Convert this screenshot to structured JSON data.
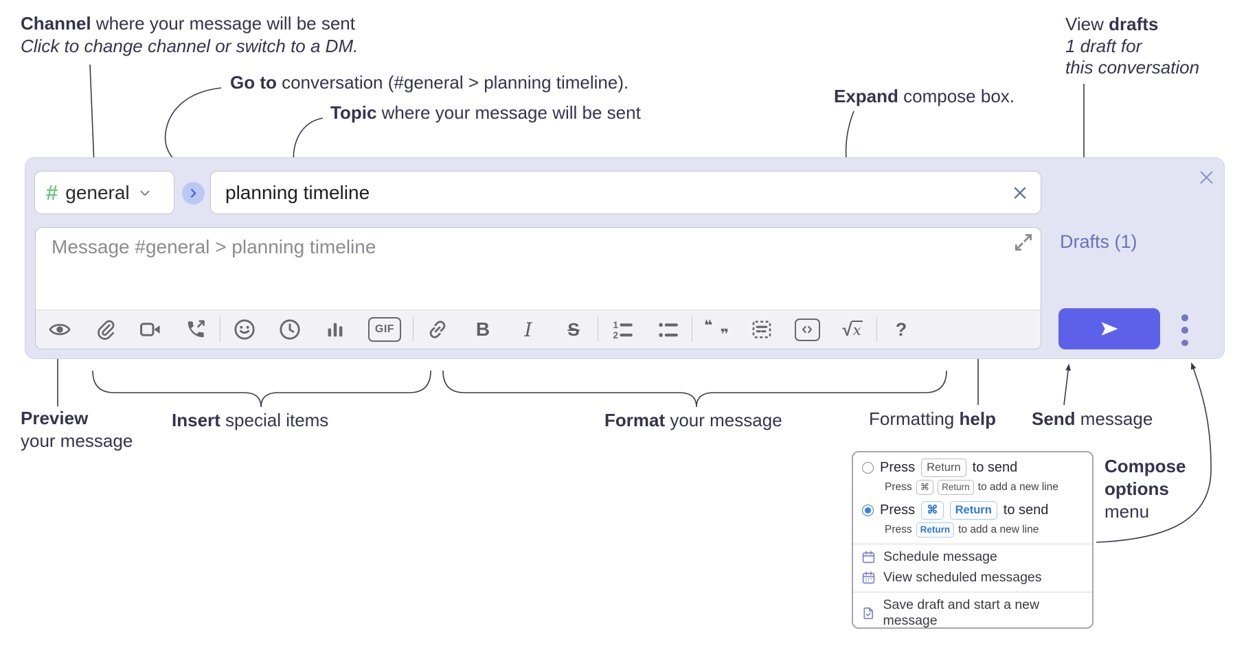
{
  "annotations": {
    "channel": {
      "bold": "Channel",
      "rest": " where your message will be sent",
      "line2": "Click to change channel or switch to a DM."
    },
    "goto": {
      "bold": "Go to",
      "rest": " conversation (#general > planning timeline)."
    },
    "topic": {
      "bold": "Topic",
      "rest": " where your message will be sent"
    },
    "expand": {
      "bold": "Expand",
      "rest": " compose box."
    },
    "view_drafts": {
      "pre": "View ",
      "bold": "drafts",
      "line2": "1 draft for",
      "line3": "this conversation"
    },
    "preview": {
      "bold": "Preview",
      "line2": "your message"
    },
    "insert": {
      "bold": "Insert",
      "rest": " special items"
    },
    "format": {
      "bold": "Format",
      "rest": " your message"
    },
    "help": {
      "pre": "Formatting ",
      "bold": "help"
    },
    "send": {
      "bold": "Send",
      "rest": " message"
    },
    "compose_options": {
      "line1": "Compose",
      "line2": "options",
      "line3": "menu"
    }
  },
  "compose": {
    "channel_selector": {
      "hash": "#",
      "name": "general"
    },
    "topic_input": {
      "value": "planning timeline"
    },
    "message_input": {
      "placeholder": "Message #general > planning timeline"
    },
    "drafts_link": "Drafts (1)",
    "toolbar": {
      "gif": "GIF",
      "bold": "B",
      "italic": "I",
      "strike": "S",
      "quote_open": "❝",
      "quote_close": "❞",
      "radical": "√",
      "math_x": "x",
      "help": "?",
      "num1": "1",
      "num2": "2",
      "icon_names": [
        "preview",
        "attach-file",
        "video-call",
        "voice-call",
        "emoji",
        "global-time",
        "poll",
        "gif",
        "link",
        "bold",
        "italic",
        "strikethrough",
        "numbered-list",
        "bulleted-list",
        "quote",
        "spoiler",
        "code",
        "math",
        "formatting-help"
      ]
    }
  },
  "popup": {
    "options": [
      {
        "selected": false,
        "main_pre": "Press",
        "main_keys": [
          "Return"
        ],
        "main_post": "to send",
        "sub_pre": "Press",
        "sub_keys": [
          "⌘",
          "Return"
        ],
        "sub_post": "to add a new line"
      },
      {
        "selected": true,
        "main_pre": "Press",
        "main_keys": [
          "⌘",
          "Return"
        ],
        "main_post": "to send",
        "sub_pre": "Press",
        "sub_keys": [
          "Return"
        ],
        "sub_post": "to add a new line"
      }
    ],
    "menu_items": [
      "Schedule message",
      "View scheduled messages",
      "Save draft and start a new message"
    ]
  },
  "colors": {
    "compose_bg": "#e2e4f3",
    "send_button": "#5c61ea",
    "drafts_link": "#6a71bd",
    "channel_hash_green": "#72c585",
    "circle_button_bg": "#bac8f4",
    "circle_button_chevron": "#3d63d9",
    "radio_selected_blue": "#2f80e8",
    "key_chip_blue": "#2b77e0",
    "popup_icon_purple": "#7a7fd0",
    "annotation_ink": "#35334e",
    "toolbar_icon_gray": "#67676c"
  }
}
